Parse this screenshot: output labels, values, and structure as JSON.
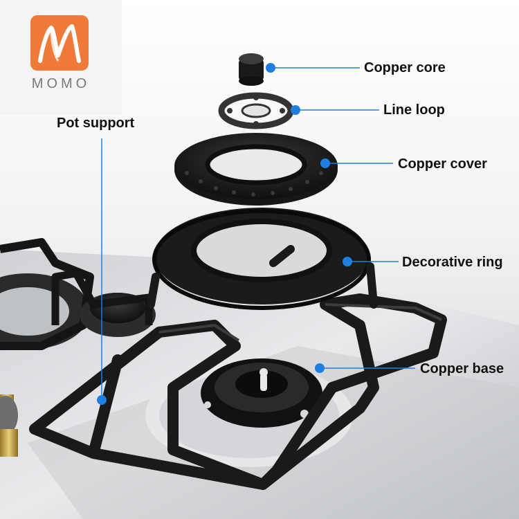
{
  "logo": {
    "text": "MOMO",
    "accent": "#f07a3a"
  },
  "labels": {
    "copper_core": "Copper core",
    "line_loop": "Line loop",
    "copper_cover": "Copper cover",
    "pot_support": "Pot support",
    "decorative_ring": "Decorative ring",
    "copper_base": "Copper base"
  },
  "colors": {
    "pointer_blue": "#1f7fe0",
    "cast_iron": "#1c1c1c",
    "steel": "#d7d9dc"
  }
}
